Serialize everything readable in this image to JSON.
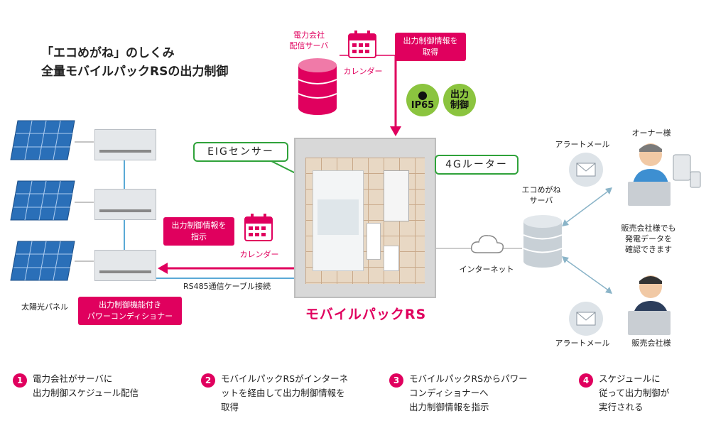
{
  "title": {
    "line1": "「エコめがね」のしくみ",
    "line2": "全量モバイルパックRSの出力制御"
  },
  "utility": {
    "label": "電力会社\n配信サーバ",
    "calendar_label": "カレンダー",
    "callout": "出力制御情報を\n取得"
  },
  "badges": {
    "ip65": "IP65",
    "control": "出力\n制御"
  },
  "sensors": {
    "eig": "EIGセンサー",
    "router": "4Gルーター"
  },
  "product_name": "モバイルパックRS",
  "left": {
    "callout": "出力制御情報を\n指示",
    "calendar_label": "カレンダー",
    "cable": "RS485通信ケーブル接続",
    "solar_label": "太陽光パネル",
    "pcs_label": "出力制御機能付き\nパワーコンディショナー"
  },
  "network": {
    "internet": "インターネット",
    "server": "エコめがね\nサーバ"
  },
  "right": {
    "alert1": "アラートメール",
    "owner": "オーナー様",
    "info": "販売会社様でも\n発電データを\n確認できます",
    "alert2": "アラートメール",
    "dealer": "販売会社様"
  },
  "steps": [
    {
      "num": "1",
      "text": "電力会社がサーバに\n出力制御スケジュール配信"
    },
    {
      "num": "2",
      "text": "モバイルパックRSがインターネ\nットを経由して出力制御情報を\n取得"
    },
    {
      "num": "3",
      "text": "モバイルパックRSからパワー\nコンディショナーへ\n出力制御情報を指示"
    },
    {
      "num": "4",
      "text": "スケジュールに\n従って出力制御が\n実行される"
    }
  ],
  "colors": {
    "accent": "#e0005e",
    "green": "#2fa23a",
    "badge": "#8bc43f",
    "line": "#5aa9d6"
  }
}
